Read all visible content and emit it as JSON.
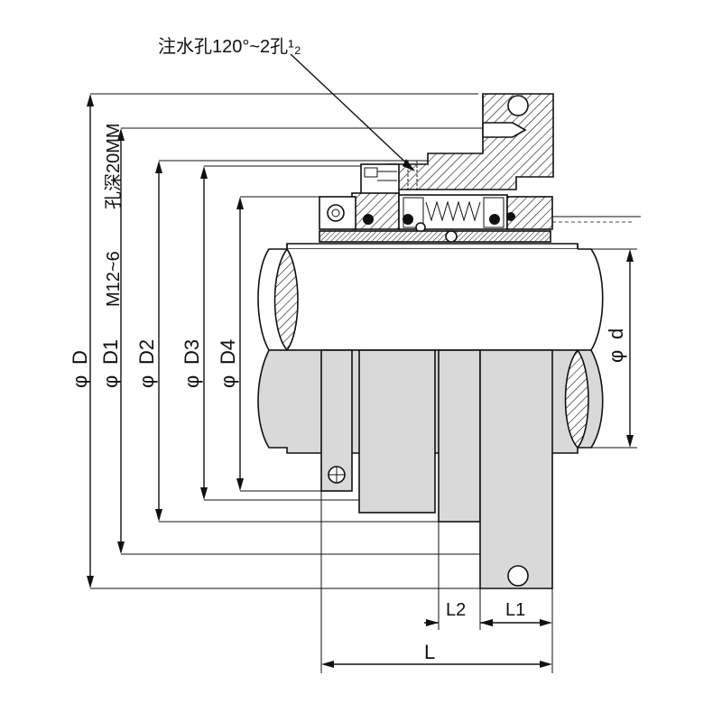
{
  "labels": {
    "phi": "φ",
    "D": "D",
    "D1": "D1",
    "D2": "D2",
    "D3": "D3",
    "D4": "D4",
    "d": "d",
    "thread_note": "M12~6",
    "hole_depth_note": "孔深20MM",
    "injection_note": "注水孔120°~2孔¹₂",
    "L": "L",
    "L1": "L1",
    "L2": "L2"
  },
  "colors": {
    "line": "#111111",
    "shaft_fill": "#d9d9d9",
    "background": "#ffffff"
  }
}
